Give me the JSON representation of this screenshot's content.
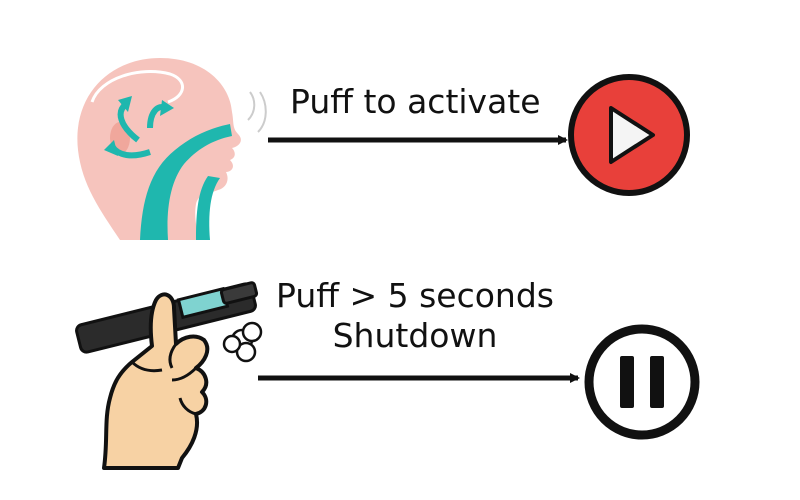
{
  "row1": {
    "label": "Puff to activate",
    "icon": "play-icon",
    "icon_color": "#e8403a",
    "illustration": "head-inhale-illustration"
  },
  "row2": {
    "label_line1": "Puff > 5 seconds",
    "label_line2": "Shutdown",
    "icon": "pause-icon",
    "icon_color": "#111111",
    "illustration": "hand-vape-pen-illustration"
  },
  "colors": {
    "skin_pink": "#f6c4bd",
    "airway_teal": "#1fb7ae",
    "hand_skin": "#f7d2a4",
    "arrow": "#111111",
    "play_red": "#e8403a"
  }
}
